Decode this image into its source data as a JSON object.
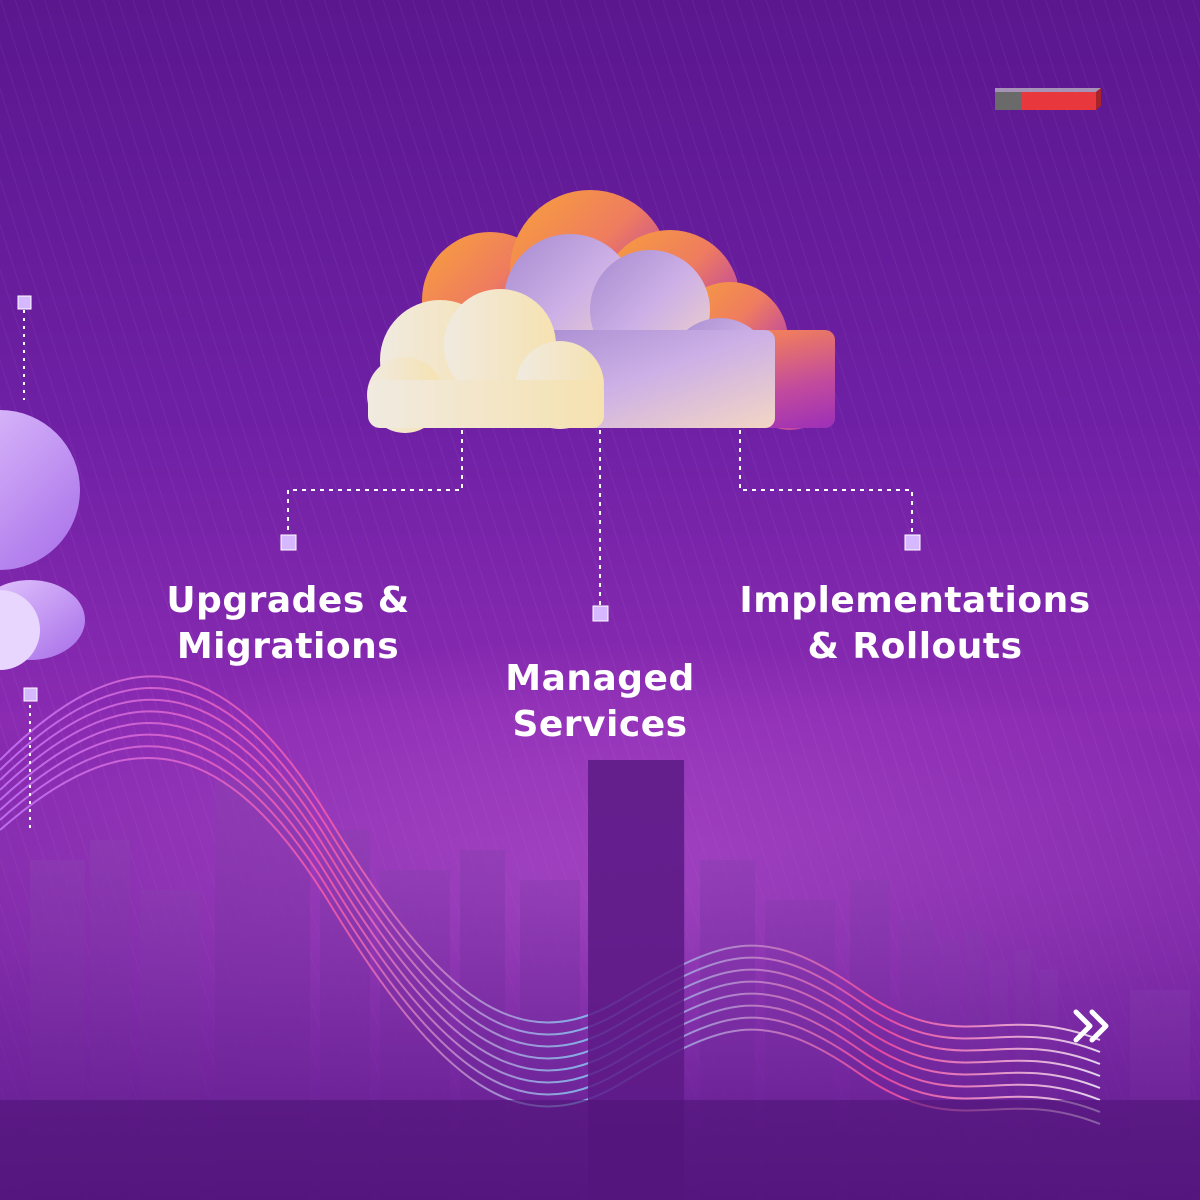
{
  "services": [
    {
      "line1": "Upgrades &",
      "line2": "Migrations"
    },
    {
      "line1": "Managed",
      "line2": "Services"
    },
    {
      "line1": "Implementations",
      "line2": "& Rollouts"
    }
  ],
  "icons": {
    "clouds": "cloud-icon",
    "connector": "cube-node-icon",
    "next": "double-chevron-right-icon"
  },
  "colors": {
    "background": "#6e20a4",
    "text": "#ffffff",
    "accent_red": "#e8383d",
    "accent_grey": "#6a6a6a",
    "cloud_orange": "#f5a23a",
    "cloud_pink": "#e0688e",
    "cloud_cream": "#f7ecd2",
    "cloud_lilac": "#c39de0"
  }
}
